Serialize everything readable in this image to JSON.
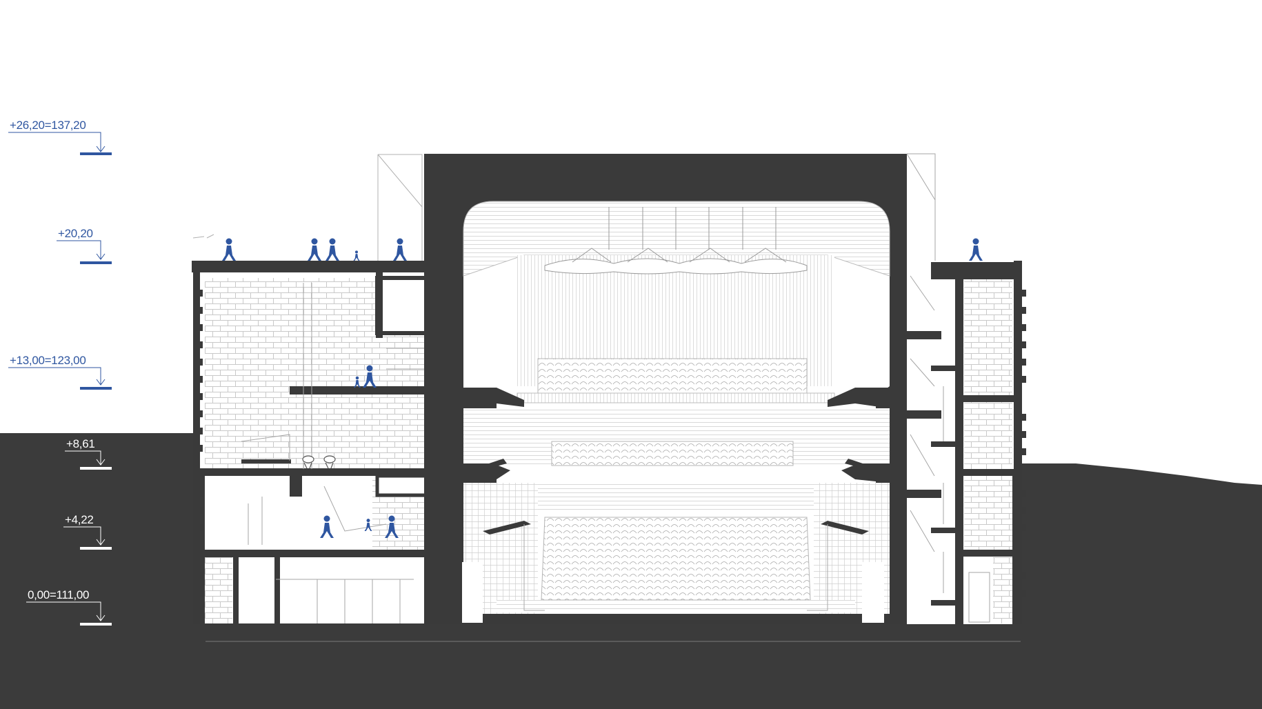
{
  "levels": [
    {
      "label": "+26,20=137,20"
    },
    {
      "label": "+20,20"
    },
    {
      "label": "+13,00=123,00"
    },
    {
      "label": "+8,61"
    },
    {
      "label": "+4,22"
    },
    {
      "label": "0,00=111,00"
    }
  ],
  "colors": {
    "ground": "#3b3b3b",
    "section_cut": "#3a3a3a",
    "level_marker": "#2f56a0",
    "linework": "#9a9a9a",
    "background": "#ffffff"
  },
  "icons": {
    "person": "person-figure-icon",
    "level": "level-marker-arrow-icon"
  }
}
